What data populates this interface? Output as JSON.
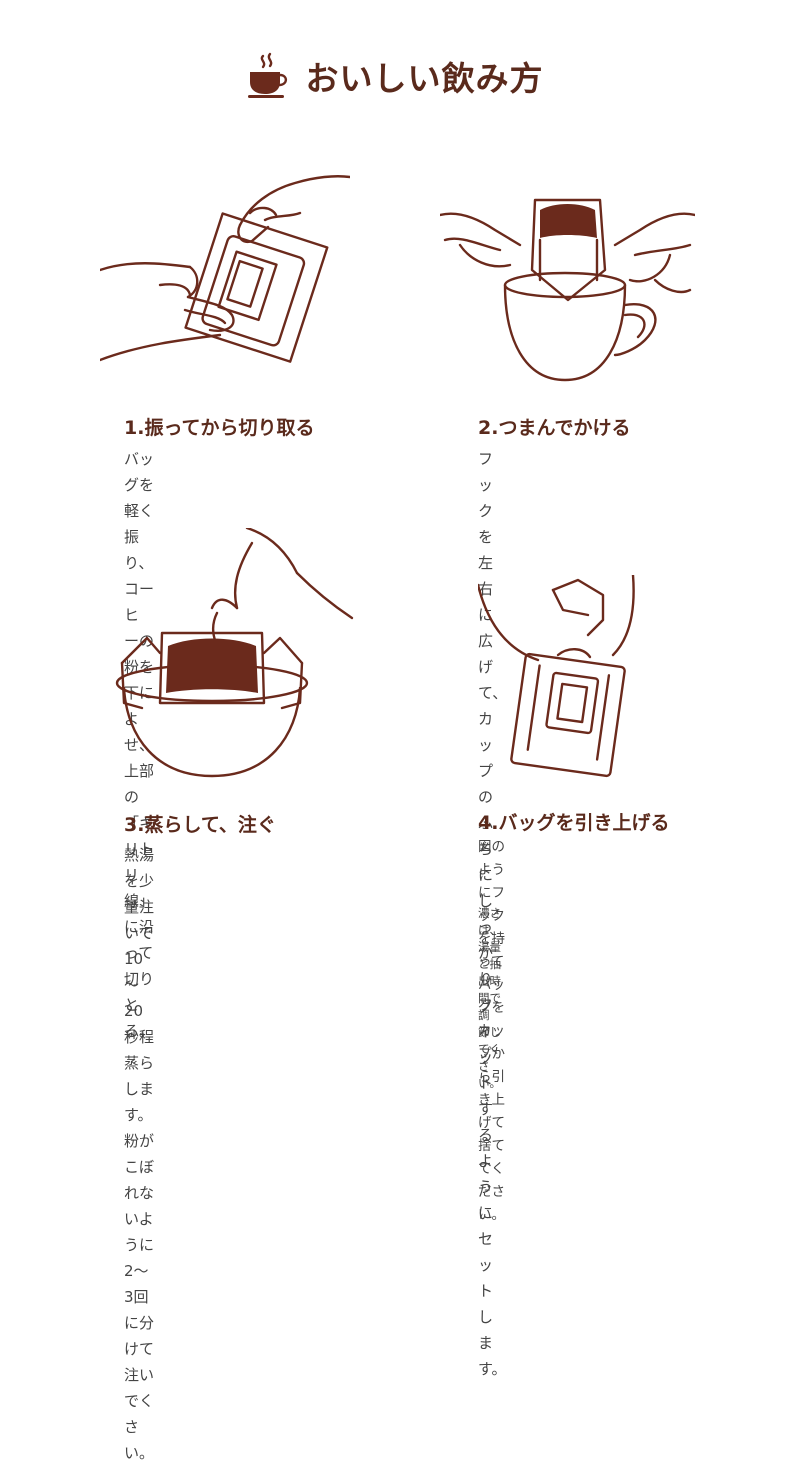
{
  "header": {
    "title": "おいしい飲み方",
    "icon": "coffee-cup-icon"
  },
  "colors": {
    "brand": "#6b2a1c",
    "text": "#444444"
  },
  "steps": [
    {
      "title": "1.振ってから切り取る",
      "desc": "バッグを軽く振り、コーヒ\nーの粉を下によせ、上部\nの「キリトリ線」に沿って\n切りとる。"
    },
    {
      "title": "2.つまんでかける",
      "desc": "フックを左右に広げて、\nカップのふちにしっかり\nフィットするようにセット\nします。"
    },
    {
      "title": "3.蒸らして、注ぐ",
      "desc": "熱湯を少量注いで10～\n20秒程蒸らします。粉が\nこぼれないように2～3回\nに分けて注いでく　さい。"
    },
    {
      "title": "4.バッグを引き上げる",
      "desc": "図のようにフックを持って\nバッグをカップから引き上\nげて捨ててください。",
      "note": "濃さは、湯量と抽出時間で調\n節してく　さい。"
    }
  ]
}
